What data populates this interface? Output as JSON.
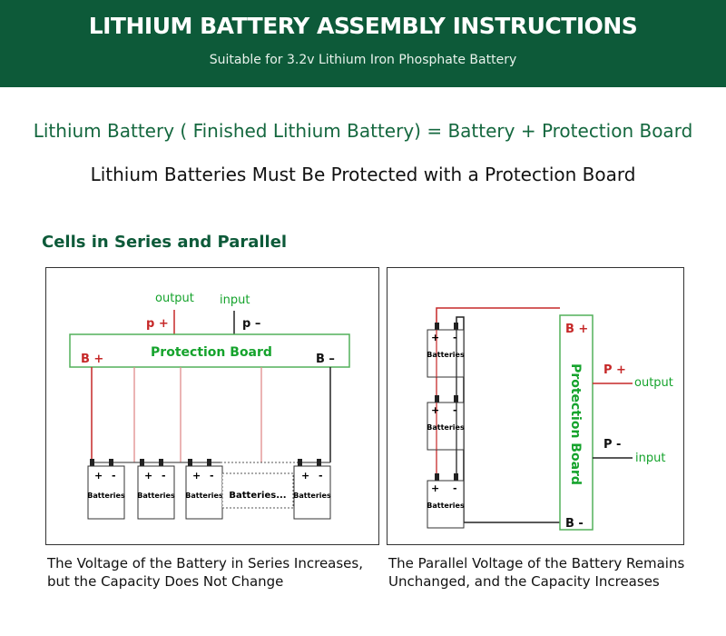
{
  "header": {
    "title": "LITHIUM BATTERY ASSEMBLY INSTRUCTIONS",
    "subtitle": "Suitable for 3.2v Lithium Iron Phosphate Battery"
  },
  "equation": "Lithium Battery ( Finished Lithium Battery) = Battery + Protection Board",
  "must_text": "Lithium Batteries Must Be Protected with a Protection Board",
  "section_title": "Cells in Series and Parallel",
  "series_diagram": {
    "output_label": "output",
    "input_label": "input",
    "p_plus": "p +",
    "p_minus": "p –",
    "board_label": "Protection Board",
    "b_plus": "B +",
    "b_minus": "B –",
    "plus": "+",
    "minus": "-",
    "battery_label": "Batteries",
    "battery_more_label": "Batteries..."
  },
  "parallel_diagram": {
    "board_label": "Protection Board",
    "b_plus": "B +",
    "b_minus": "B -",
    "p_plus": "P +",
    "p_minus": "P -",
    "output_label": "output",
    "input_label": "input",
    "plus": "+",
    "minus": "-",
    "battery_label": "Batteries"
  },
  "captions": {
    "left_line1": "The Voltage of the Battery in Series Increases,",
    "left_line2": "but the Capacity Does Not Change",
    "right_line1": "The Parallel Voltage of the Battery Remains",
    "right_line2": "Unchanged, and the Capacity Increases"
  },
  "colors": {
    "header_bg": "#0d5a39",
    "label_green": "#15a32c",
    "board_border": "#52b05a",
    "wire_red": "#c62828",
    "wire_pink": "#e08b8b",
    "text_red": "#c62828"
  }
}
